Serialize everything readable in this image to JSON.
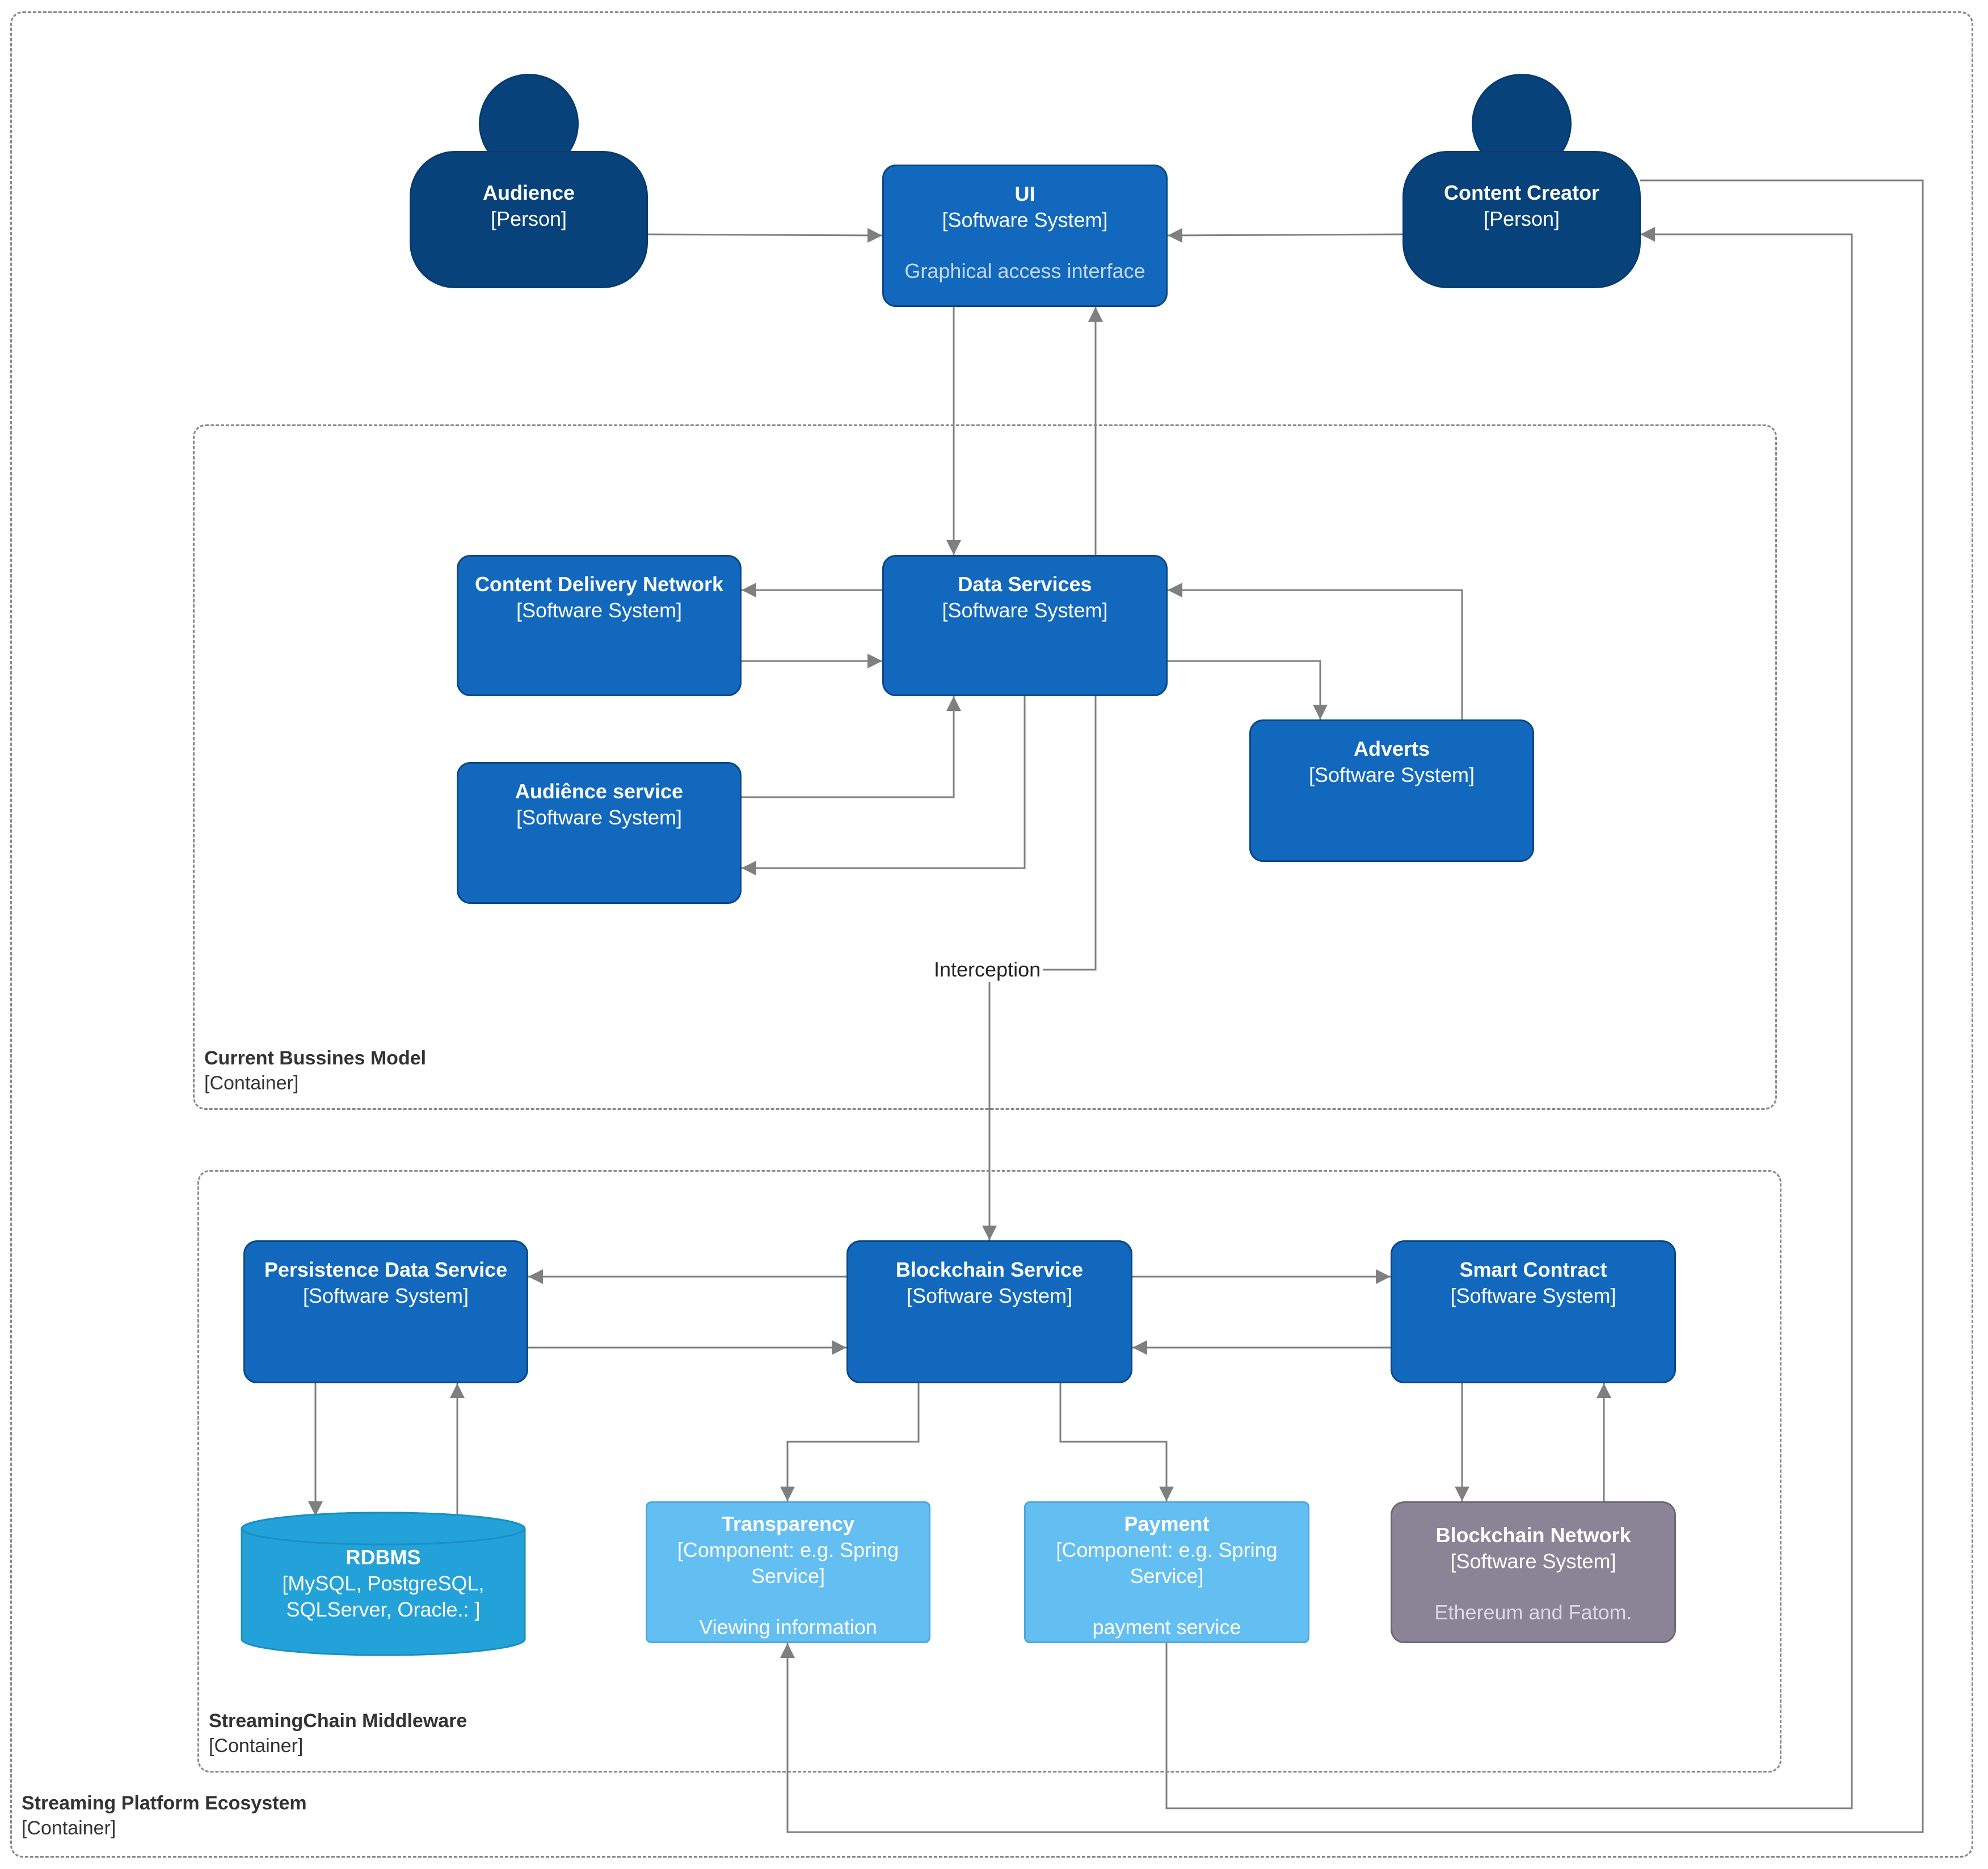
{
  "boundaries": {
    "ecosystem": {
      "title": "Streaming Platform Ecosystem",
      "type": "[Container]"
    },
    "business": {
      "title": "Current Bussines Model",
      "type": "[Container]"
    },
    "middleware": {
      "title": "StreamingChain Middleware",
      "type": "[Container]"
    }
  },
  "people": {
    "audience": {
      "name": "Audience",
      "type": "[Person]"
    },
    "creator": {
      "name": "Content Creator",
      "type": "[Person]"
    }
  },
  "systems": {
    "ui": {
      "name": "UI",
      "type": "[Software System]",
      "description": "Graphical access interface"
    },
    "cdn": {
      "name": "Content Delivery Network",
      "type": "[Software System]"
    },
    "data_services": {
      "name": "Data Services",
      "type": "[Software System]"
    },
    "audience_service": {
      "name": "Audiênce service",
      "type": "[Software System]"
    },
    "adverts": {
      "name": "Adverts",
      "type": "[Software System]"
    },
    "persistence": {
      "name": "Persistence Data Service",
      "type": "[Software System]"
    },
    "blockchain_service": {
      "name": "Blockchain Service",
      "type": "[Software System]"
    },
    "smart_contract": {
      "name": "Smart Contract",
      "type": "[Software System]"
    },
    "blockchain_network": {
      "name": "Blockchain Network",
      "type": "[Software System]",
      "description": "Ethereum and Fatom."
    }
  },
  "components": {
    "transparency": {
      "name": "Transparency",
      "type_line1": "[Component: e.g. Spring",
      "type_line2": "Service]",
      "description": "Viewing information"
    },
    "payment": {
      "name": "Payment",
      "type_line1": "[Component: e.g. Spring",
      "type_line2": "Service]",
      "description": "payment service"
    }
  },
  "database": {
    "rdbms": {
      "name": "RDBMS",
      "line1": "[MySQL, PostgreSQL,",
      "line2": "SQLServer, Oracle.: ]"
    }
  },
  "edge_labels": {
    "interception": "Interception"
  },
  "colors": {
    "person": "#08427b",
    "software_system": "#1168bd",
    "component": "#63bef2",
    "database": "#23a2d9",
    "external_system": "#8b8496",
    "arrow": "#7f7f7f",
    "boundary": "#8a8a8a"
  }
}
